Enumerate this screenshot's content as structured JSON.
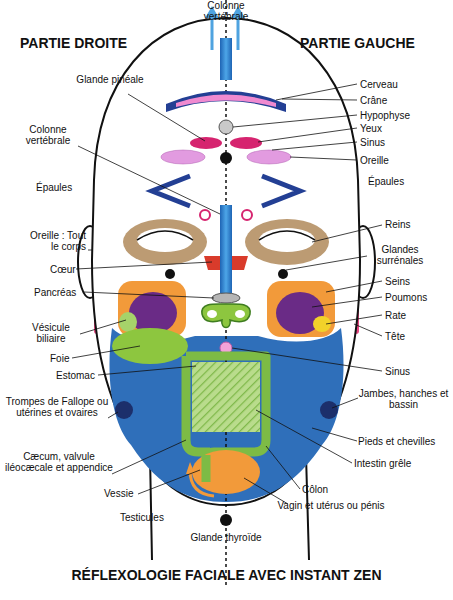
{
  "diagram": {
    "caption": "RÉFLEXOLOGIE FACIALE AVEC INSTANT ZEN",
    "labels": [
      "PARTIE DROITE",
      "PARTIE GAUCHE",
      "Colonne vertébrale",
      "Glande pinéale",
      "Colonne vertébrale",
      "Épaules",
      "Oreille : Tout le corps",
      "Cœur",
      "Pancréas",
      "Vésicule biliaire",
      "Foie",
      "Estomac",
      "Trompes de Fallope ou utérines et ovaires",
      "Cæcum, valvule iléocæcale et appendice",
      "Vessie",
      "Testicules",
      "Glande thyroïde",
      "Cerveau",
      "Crâne",
      "Hypophyse",
      "Yeux",
      "Sinus",
      "Oreille",
      "Épaules",
      "Reins",
      "Glandes surrénales",
      "Seins",
      "Poumons",
      "Rate",
      "Tête",
      "Sinus",
      "Jambes, hanches et bassin",
      "Pieds et chevilles",
      "Intestin grêle",
      "Côlon",
      "Vagin et utérus ou pénis"
    ]
  }
}
